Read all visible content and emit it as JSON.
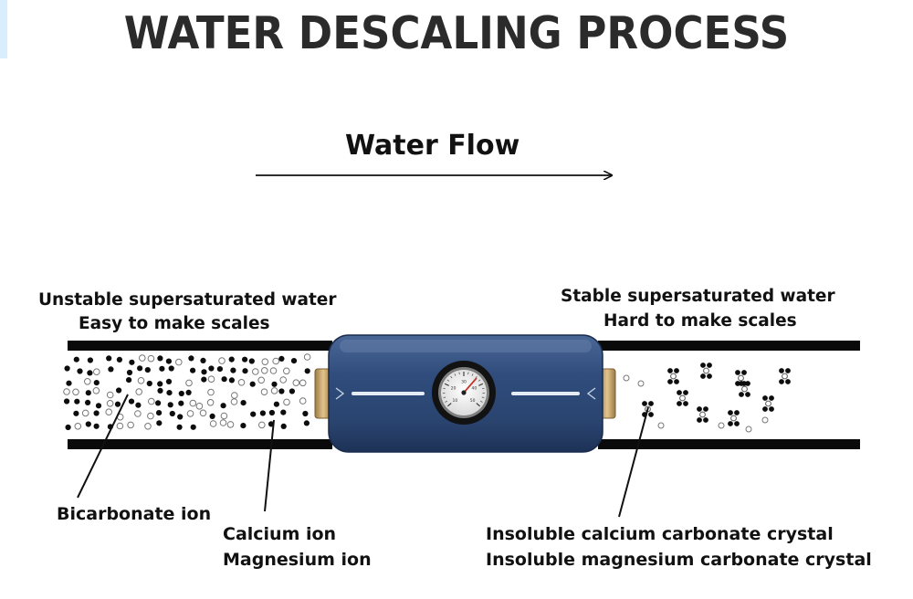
{
  "title": "WATER DESCALING PROCESS",
  "flow": {
    "label": "Water Flow"
  },
  "left_state": {
    "line1": "Unstable supersaturated water",
    "line2": "Easy to make scales"
  },
  "right_state": {
    "line1": "Stable supersaturated water",
    "line2": "Hard to make scales"
  },
  "callouts": {
    "bicarbonate": "Bicarbonate ion",
    "calcium": "Calcium ion",
    "magnesium": "Magnesium ion",
    "crystal_calcium": "Insoluble calcium carbonate crystal",
    "crystal_magnesium": "Insoluble  magnesium carbonate  crystal"
  },
  "gauge": {
    "ticks": [
      "10",
      "20",
      "30",
      "40",
      "50"
    ]
  },
  "colors": {
    "descaler_body": "#33507f",
    "pipe": "#0a0a0a",
    "brass": "#c8a164",
    "title": "#2b2b2b"
  }
}
